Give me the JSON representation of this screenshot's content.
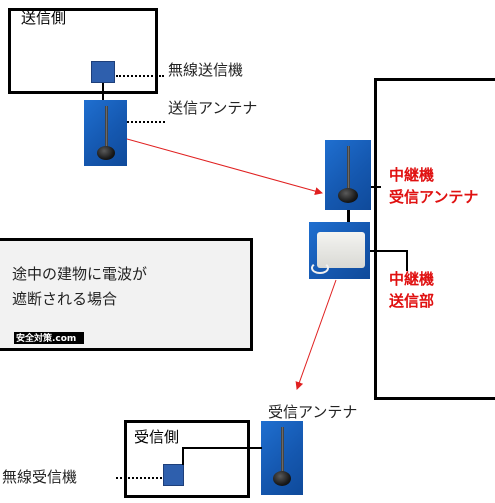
{
  "labels": {
    "sender_side": "送信側",
    "wireless_transmitter": "無線送信機",
    "transmit_antenna": "送信アンテナ",
    "repeater": "中継機",
    "receive_antenna_red": "受信アンテナ",
    "transmit_unit": "送信部",
    "obstacle_line1": "途中の建物に電波が",
    "obstacle_line2": "遮断される場合",
    "logo_text": "安全対策.com",
    "receive_antenna": "受信アンテナ",
    "receiver_side": "受信側",
    "wireless_receiver": "無線受信機"
  },
  "colors": {
    "outline": "#000000",
    "device_blue": "#2e5fad",
    "signal_red": "#e02020",
    "label_red": "#e01010",
    "obstacle_fill": "#f2f2f2",
    "photo_blue": "#1a63c4"
  },
  "icons": [
    "antenna-photo",
    "transmitter-device-icon",
    "receiver-device-icon",
    "repeater-device-photo",
    "arrowhead-icon",
    "site-logo"
  ]
}
